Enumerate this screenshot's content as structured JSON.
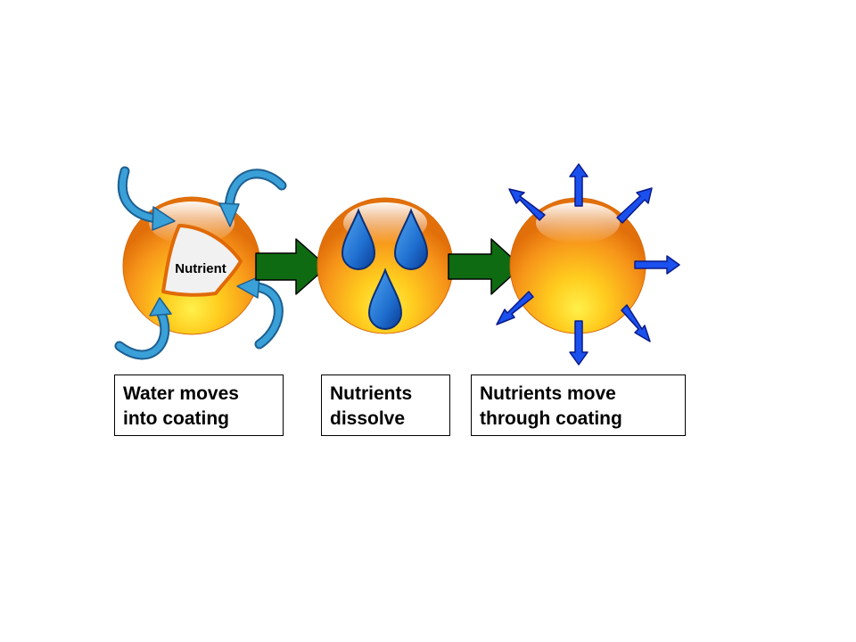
{
  "diagram": {
    "stages": [
      {
        "inner_label": "Nutrient",
        "caption_line1": "Water moves",
        "caption_line2": "into coating"
      },
      {
        "caption_line1": "Nutrients",
        "caption_line2": "dissolve"
      },
      {
        "caption_line1": "Nutrients move",
        "caption_line2": "through coating"
      }
    ],
    "colors": {
      "sphere_outer": "#e8770a",
      "sphere_inner": "#ffd62a",
      "process_arrow": "#0f6b12",
      "water_arrow": "#3aa0d8",
      "droplet": "#1f6fd0",
      "release_arrow": "#1a50ee"
    },
    "icons": [
      "curved-water-arrow-icon",
      "water-drop-icon",
      "process-arrow-icon",
      "release-arrow-icon"
    ]
  }
}
